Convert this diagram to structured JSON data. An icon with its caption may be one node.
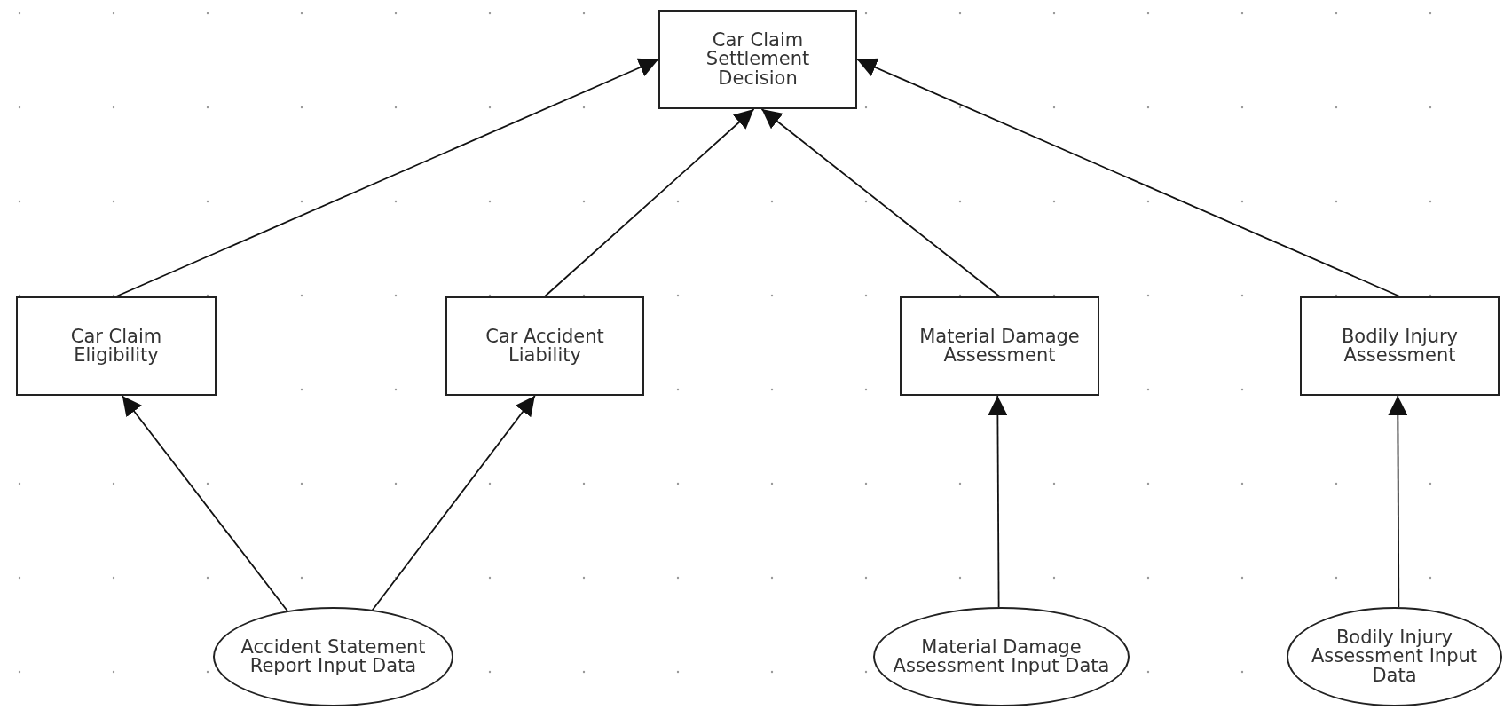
{
  "diagram": {
    "nodes": [
      {
        "text": [
          "Car Claim Settlement Decision"
        ]
      },
      {
        "text": [
          "Car Claim Eligibility"
        ]
      },
      {
        "text": [
          "Car Accident Liability"
        ]
      },
      {
        "text": [
          "Material Damage Assessment"
        ]
      },
      {
        "text": [
          "Bodily Injury Assessment"
        ]
      },
      {
        "text": [
          "Accident Statement Report Input Data"
        ]
      },
      {
        "text": [
          "Material Damage Assessment Input Data"
        ]
      },
      {
        "text": [
          "Bodily Injury Assessment Input Data"
        ]
      }
    ],
    "edges": [
      {
        "from": 5,
        "to": 1,
        "arrow": "to"
      },
      {
        "from": 5,
        "to": 2,
        "arrow": "to"
      },
      {
        "from": 6,
        "to": 3,
        "arrow": "to"
      },
      {
        "from": 7,
        "to": 4,
        "arrow": "to"
      },
      {
        "from": 1,
        "to": 0,
        "arrow": "to"
      },
      {
        "from": 2,
        "to": 0,
        "arrow": "to"
      },
      {
        "from": 3,
        "to": 0,
        "arrow": "to"
      },
      {
        "from": 4,
        "to": 0,
        "arrow": "to"
      }
    ]
  }
}
